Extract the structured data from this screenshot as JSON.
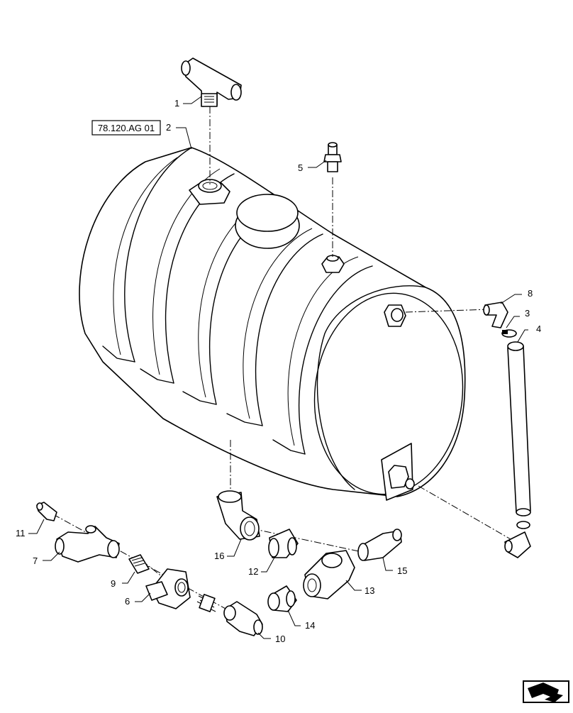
{
  "reference_box": "78.120.AG 01",
  "callouts": {
    "c1": "1",
    "c2": "2",
    "c3": "3",
    "c4": "4",
    "c5": "5",
    "c6": "6",
    "c7": "7",
    "c8": "8",
    "c9": "9",
    "c10": "10",
    "c11": "11",
    "c12": "12",
    "c13": "13",
    "c14": "14",
    "c15": "15",
    "c16": "16"
  },
  "nav_icon": "next-page-arrow-icon"
}
